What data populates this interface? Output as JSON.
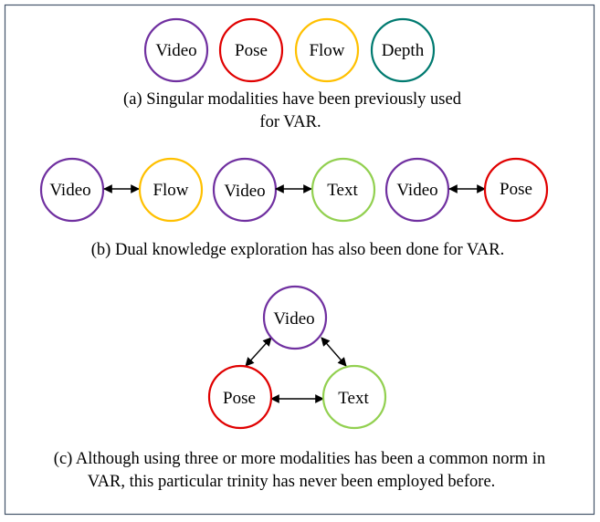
{
  "colors": {
    "video": "#7030a0",
    "pose": "#e00000",
    "flow": "#ffc000",
    "depth": "#007a70",
    "text": "#92d050",
    "frame": "#44546a",
    "arrow": "#000000"
  },
  "panel_a": {
    "nodes": [
      {
        "label": "Video",
        "color": "video"
      },
      {
        "label": "Pose",
        "color": "pose"
      },
      {
        "label": "Flow",
        "color": "flow"
      },
      {
        "label": "Depth",
        "color": "depth"
      }
    ],
    "caption": [
      "(a) Singular modalities have been previously used",
      "for VAR."
    ]
  },
  "panel_b": {
    "pairs": [
      {
        "left": {
          "label": "Video",
          "color": "video"
        },
        "right": {
          "label": "Flow",
          "color": "flow"
        }
      },
      {
        "left": {
          "label": "Video",
          "color": "video"
        },
        "right": {
          "label": "Text",
          "color": "text"
        }
      },
      {
        "left": {
          "label": "Video",
          "color": "video"
        },
        "right": {
          "label": "Pose",
          "color": "pose"
        }
      }
    ],
    "caption": [
      "(b) Dual knowledge exploration has also been done for VAR."
    ]
  },
  "panel_c": {
    "top": {
      "label": "Video",
      "color": "video"
    },
    "left": {
      "label": "Pose",
      "color": "pose"
    },
    "right": {
      "label": "Text",
      "color": "text"
    },
    "caption": [
      "(c) Although using three or more modalities has been a common norm in",
      "VAR, this particular trinity has never been employed before."
    ]
  }
}
